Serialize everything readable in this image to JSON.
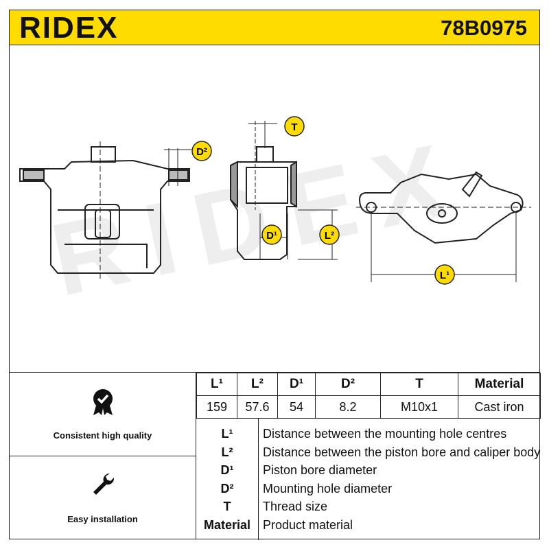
{
  "header": {
    "brand": "RIDEX",
    "part_number": "78B0975"
  },
  "drawing": {
    "watermark": "RIDEX",
    "labels": {
      "d2": "D²",
      "t": "T",
      "d1": "D¹",
      "l2": "L²",
      "l1": "L¹"
    }
  },
  "features": [
    {
      "label": "Consistent high quality",
      "icon": "quality-badge-icon"
    },
    {
      "label": "Easy installation",
      "icon": "wrench-icon"
    }
  ],
  "spec_table": {
    "headers": [
      "L¹",
      "L²",
      "D¹",
      "D²",
      "T",
      "Material"
    ],
    "values": [
      "159",
      "57.6",
      "54",
      "8.2",
      "M10x1",
      "Cast iron"
    ]
  },
  "legend": [
    {
      "key": "L¹",
      "desc": "Distance between the mounting hole centres"
    },
    {
      "key": "L²",
      "desc": "Distance between the piston bore and caliper body"
    },
    {
      "key": "D¹",
      "desc": "Piston bore diameter"
    },
    {
      "key": "D²",
      "desc": "Mounting hole diameter"
    },
    {
      "key": "T",
      "desc": "Thread size"
    },
    {
      "key": "Material",
      "desc": "Product material"
    }
  ],
  "colors": {
    "accent": "#ffdc00",
    "line": "#222222"
  }
}
